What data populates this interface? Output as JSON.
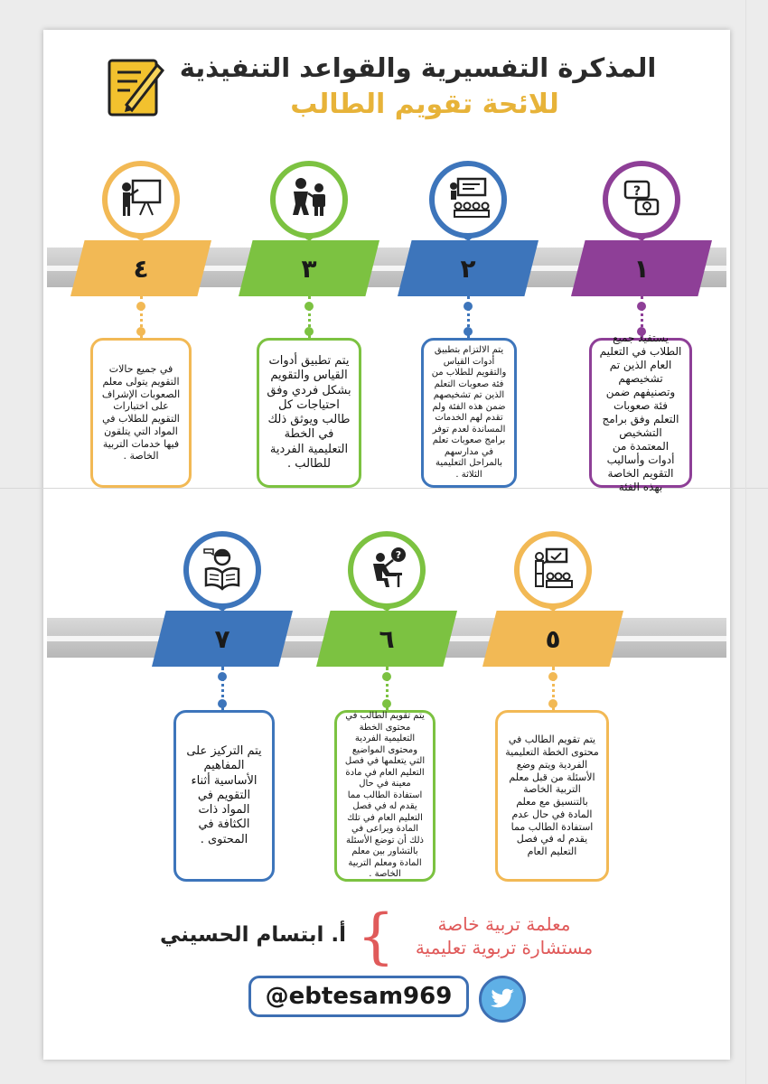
{
  "header": {
    "title": "المذكرة التفسيرية والقواعد التنفيذية",
    "subtitle": "للائحة تقويم الطالب",
    "icon": "note-pencil-icon",
    "icon_color": "#f2c12e"
  },
  "colors": {
    "orange": "#f2b955",
    "green": "#7cc241",
    "blue": "#3d75bb",
    "purple": "#8e3f97"
  },
  "steps": [
    {
      "num": "١",
      "color": "purple",
      "icon": "question-lightbulb-icon",
      "text": "يستفيد جميع الطلاب في التعليم العام الذين تم تشخيصهم وتصنيفهم ضمن فئة صعوبات التعلم وفق برامج التشخيص المعتمدة من أدوات وأساليب التقويم الخاصة بهذه الفئة"
    },
    {
      "num": "٢",
      "color": "blue",
      "icon": "teacher-class-icon",
      "text": "يتم الالتزام بتطبيق أدوات القياس والتقويم للطلاب من فئة صعوبات التعلم الذين تم تشخيصهم ضمن هذه الفئة ولم تقدم لهم الخدمات المساندة لعدم توفر برامج صعوبات تعلم في مدارسهم بالمراحل التعليمية الثلاثة ."
    },
    {
      "num": "٣",
      "color": "green",
      "icon": "teacher-student-icon",
      "text": "يتم تطبيق أدوات القياس والتقويم بشكل فردي وفق احتياجات كل طالب ويوثق ذلك في الخطة التعليمية الفردية للطالب ."
    },
    {
      "num": "٤",
      "color": "orange",
      "icon": "presentation-board-icon",
      "text": "في جميع حالات التقويم يتولى معلم الصعوبات الإشراف على اختبارات التقويم للطلاب في المواد التي يتلقون فيها خدمات التربية الخاصة ."
    },
    {
      "num": "٥",
      "color": "orange",
      "icon": "teacher-screen-icon",
      "text": "يتم تقويم الطالب في محتوى الخطة التعليمية الفردية ويتم وضع الأسئلة من قبل معلم التربية الخاصة بالتنسيق مع معلم المادة في حال عدم استفادة الطالب مما يقدم له في فصل التعليم العام"
    },
    {
      "num": "٦",
      "color": "green",
      "icon": "student-question-icon",
      "text": "يتم تقويم الطالب في محتوى الخطة التعليمية الفردية ومحتوى المواضيع التي يتعلمها في فصل التعليم العام في مادة معينة في حال استفادة الطالب مما يقدم له في فصل التعليم العام في تلك المادة ويراعى في ذلك أن توضع الأسئلة بالتشاور بين معلم المادة ومعلم التربية الخاصة ."
    },
    {
      "num": "٧",
      "color": "blue",
      "icon": "reader-book-icon",
      "text": "يتم التركيز على المفاهيم الأساسية أثناء التقويم في المواد ذات الكثافة في المحتوى ."
    }
  ],
  "footer": {
    "author": "أ. ابتسام الحسيني",
    "role_line1": "معلمة تربية خاصة",
    "role_line2": "مستشارة تربوية تعليمية",
    "handle": "@ebtesam969",
    "social_icon": "twitter-bird-icon"
  }
}
